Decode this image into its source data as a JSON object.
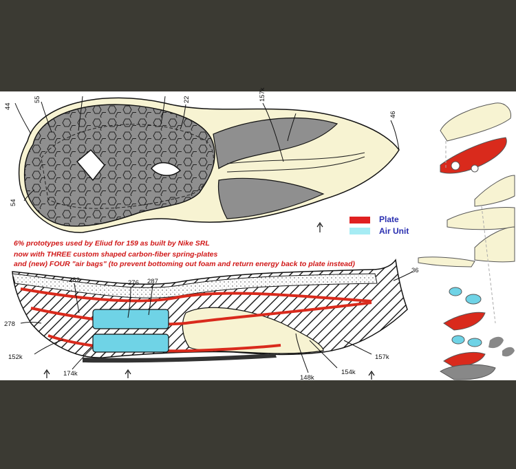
{
  "legend": {
    "items": [
      {
        "label": "Plate",
        "color": "#e02020"
      },
      {
        "label": "Air Unit",
        "color": "#a6ecf4"
      }
    ]
  },
  "annotation": {
    "line1": "6% prototypes used by Eliud for 159 as built by Nike SRL",
    "line2": "now with THREE custom shaped carbon-fiber spring-plates",
    "line3": "and (new) FOUR \"air bags\" (to prevent bottoming out foam and return energy back to  plate instead)"
  },
  "colors": {
    "outsole_gray": "#8f8f8f",
    "foam": "#f7f3d2",
    "plate_red": "#d92a1c",
    "air_blue": "#6fd3e6",
    "frame": "#3b3a33"
  },
  "ref_numbers": {
    "top": [
      "44",
      "55",
      "22",
      "157k",
      "46",
      "54"
    ],
    "section": [
      "282",
      "276",
      "287",
      "278",
      "36",
      "152k",
      "174k",
      "148k",
      "154k",
      "157k"
    ]
  }
}
